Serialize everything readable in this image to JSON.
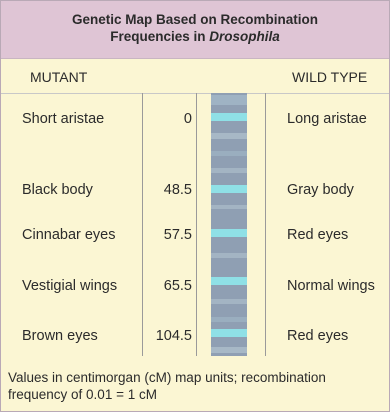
{
  "title": {
    "line1": "Genetic Map Based on Recombination",
    "line2_prefix": "Frequencies in ",
    "line2_italic": "Drosophila"
  },
  "headers": {
    "mutant": "MUTANT",
    "wild_type": "WILD TYPE"
  },
  "rows": [
    {
      "mutant": "Short aristae",
      "position": "0",
      "wild_type": "Long aristae"
    },
    {
      "mutant": "Black body",
      "position": "48.5",
      "wild_type": "Gray body"
    },
    {
      "mutant": "Cinnabar eyes",
      "position": "57.5",
      "wild_type": "Red eyes"
    },
    {
      "mutant": "Vestigial wings",
      "position": "65.5",
      "wild_type": "Normal wings"
    },
    {
      "mutant": "Brown eyes",
      "position": "104.5",
      "wild_type": "Red eyes"
    }
  ],
  "footer": {
    "line1": "Values in centimorgan (cM) map units; recombination",
    "line2": "frequency of 0.01 = 1 cM"
  },
  "colors": {
    "title_bg": "#dfc5d5",
    "panel_bg": "#fbf6d3",
    "chromosome": "#8f9fb3",
    "band": "#8fe0e6"
  }
}
